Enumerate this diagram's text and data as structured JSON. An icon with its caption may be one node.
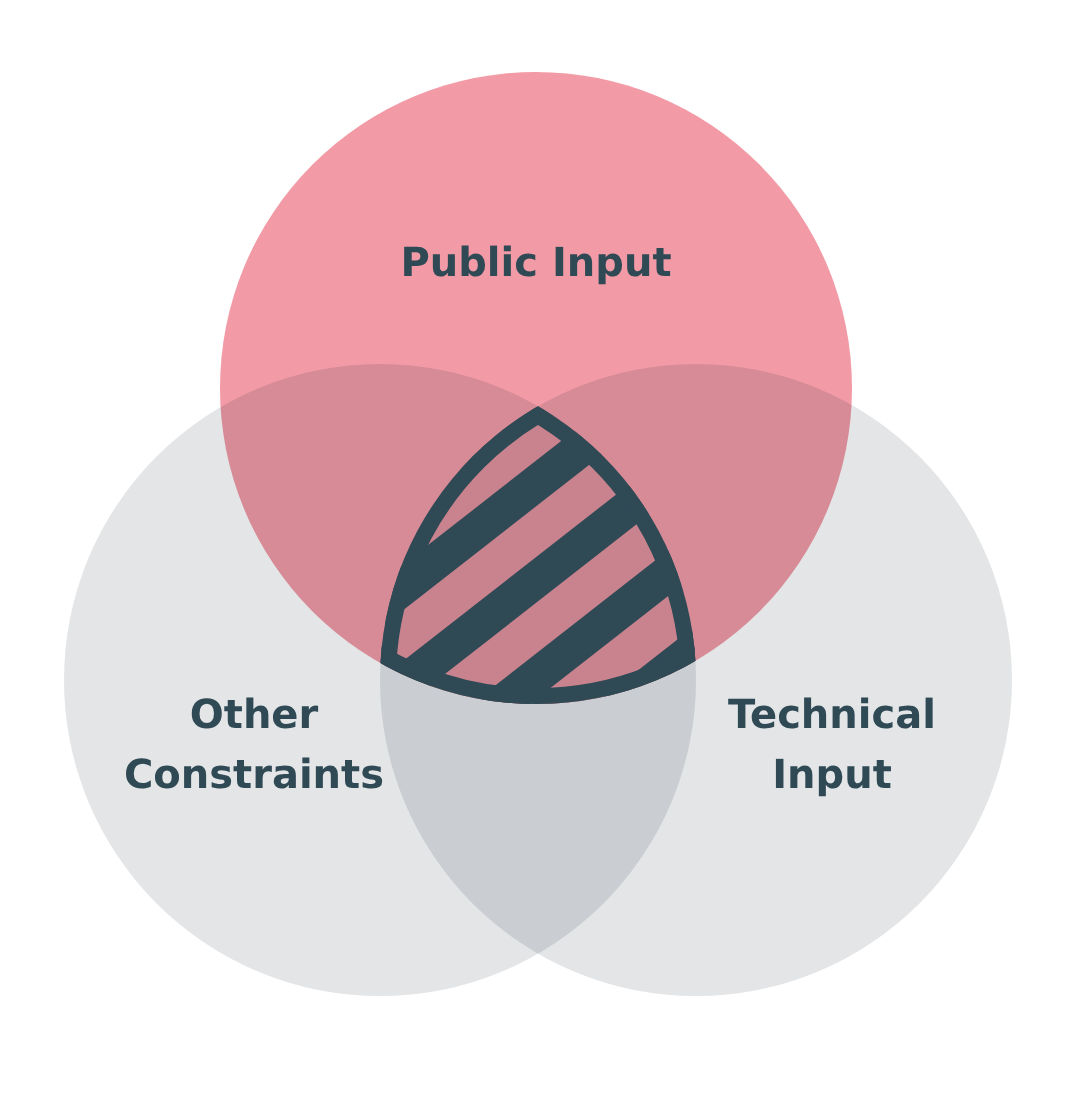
{
  "diagram": {
    "nodes": [
      {
        "text": [
          "Public Input"
        ]
      },
      {
        "text": [
          "Other Constraints"
        ]
      },
      {
        "text": [
          "Technical Input"
        ]
      }
    ]
  }
}
